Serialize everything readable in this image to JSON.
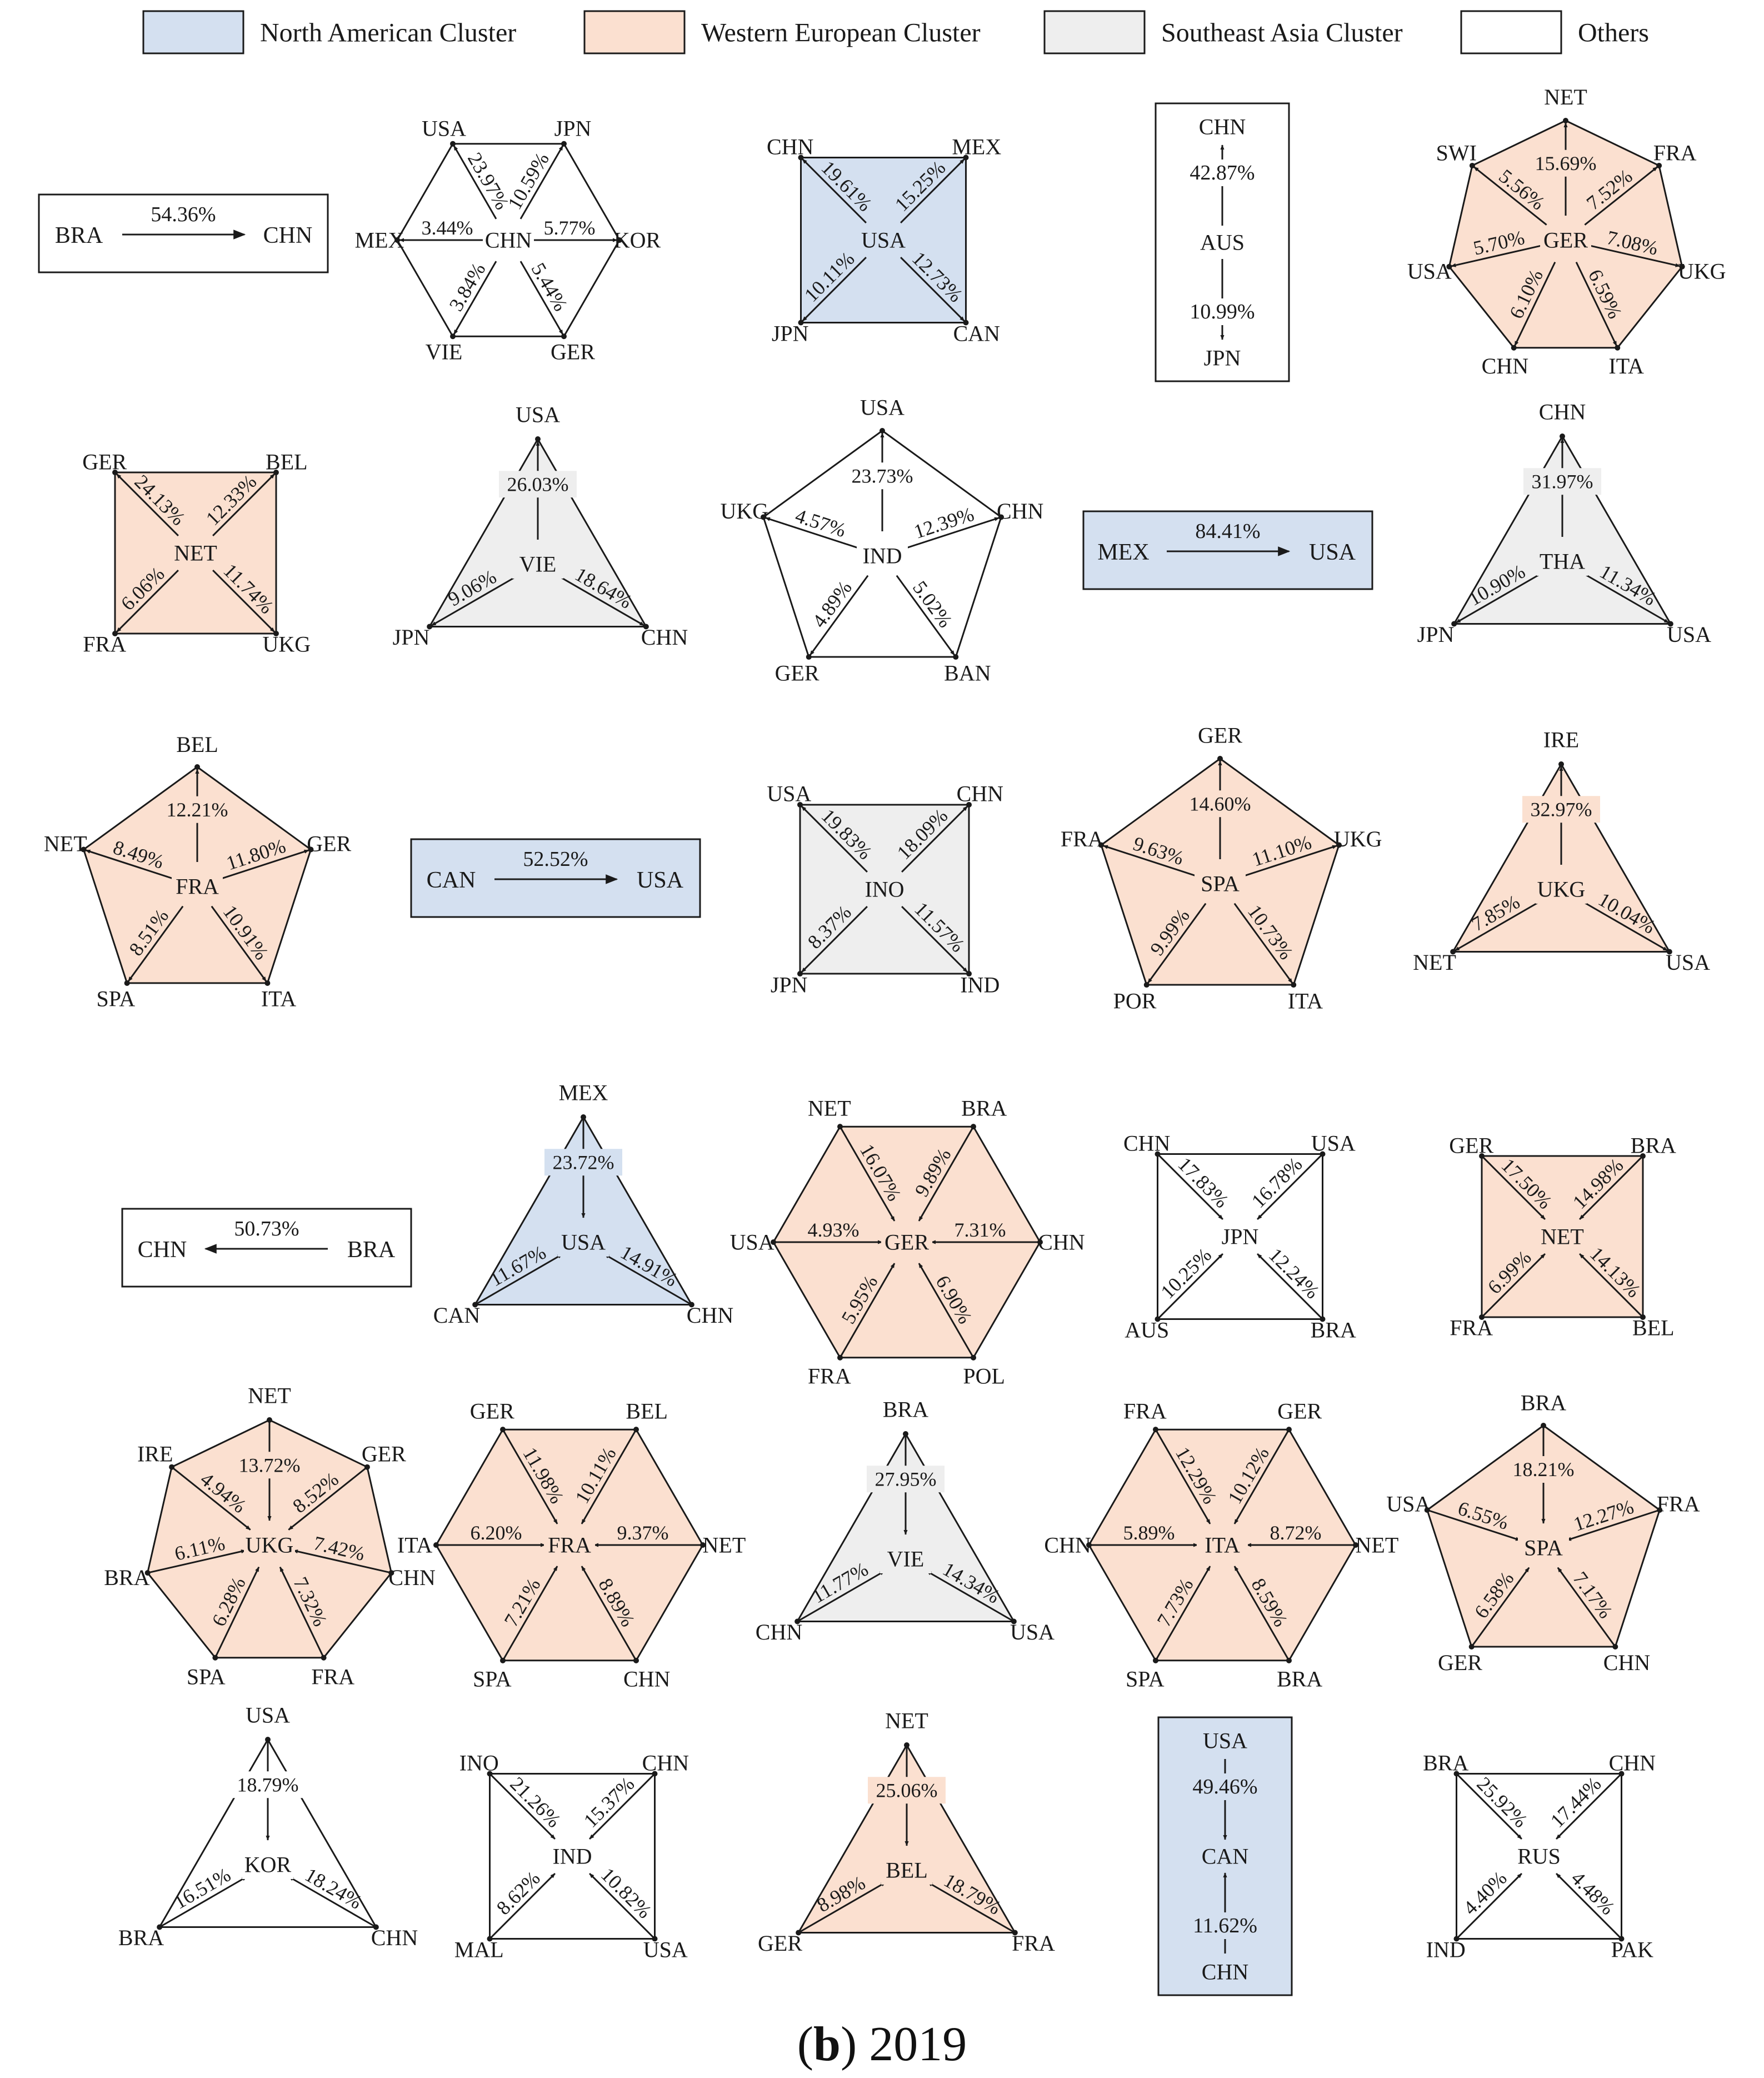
{
  "colors": {
    "na": "#d4e0f0",
    "we": "#fbe0d0",
    "sea": "#eeeeee",
    "others": "#ffffff",
    "stroke": "#1a1a1a",
    "text": "#1a1a1a"
  },
  "legend": [
    {
      "key": "na",
      "label": "North American Cluster"
    },
    {
      "key": "we",
      "label": "Western European Cluster"
    },
    {
      "key": "sea",
      "label": "Southeast Asia  Cluster"
    },
    {
      "key": "others",
      "label": "Others"
    }
  ],
  "caption": {
    "letter": "b",
    "text": "2019"
  },
  "diagrams": [
    {
      "type": "pair",
      "cluster": "others",
      "a": "BRA",
      "b": "CHN",
      "arrow": "right",
      "value": "54.36%"
    },
    {
      "type": "poly",
      "n": 6,
      "cluster": "others",
      "center": "CHN",
      "dir": "out",
      "shape": "hex",
      "nodes": [
        {
          "label": "USA",
          "value": "23.97%"
        },
        {
          "label": "JPN",
          "value": "10.59%"
        },
        {
          "label": "KOR",
          "value": "5.77%"
        },
        {
          "label": "GER",
          "value": "5.44%"
        },
        {
          "label": "VIE",
          "value": "3.84%"
        },
        {
          "label": "MEX",
          "value": "3.44%"
        }
      ]
    },
    {
      "type": "poly",
      "n": 4,
      "cluster": "na",
      "center": "USA",
      "dir": "out",
      "shape": "square",
      "nodes": [
        {
          "label": "CHN",
          "value": "19.61%"
        },
        {
          "label": "MEX",
          "value": "15.25%"
        },
        {
          "label": "CAN",
          "value": "12.73%"
        },
        {
          "label": "JPN",
          "value": "10.11%"
        }
      ]
    },
    {
      "type": "vpair",
      "cluster": "others",
      "center": "AUS",
      "dir": "out",
      "top": "CHN",
      "bottom": "JPN",
      "topValue": "42.87%",
      "bottomValue": "10.99%"
    },
    {
      "type": "poly",
      "n": 7,
      "cluster": "we",
      "center": "GER",
      "dir": "out",
      "shape": "hept",
      "nodes": [
        {
          "label": "NET",
          "value": "15.69%"
        },
        {
          "label": "FRA",
          "value": "7.52%"
        },
        {
          "label": "UKG",
          "value": "7.08%"
        },
        {
          "label": "ITA",
          "value": "6.59%"
        },
        {
          "label": "CHN",
          "value": "6.10%"
        },
        {
          "label": "USA",
          "value": "5.70%"
        },
        {
          "label": "SWI",
          "value": "5.56%"
        }
      ]
    },
    {
      "type": "poly",
      "n": 4,
      "cluster": "we",
      "center": "NET",
      "dir": "out",
      "shape": "square",
      "nodes": [
        {
          "label": "GER",
          "value": "24.13%"
        },
        {
          "label": "BEL",
          "value": "12.33%"
        },
        {
          "label": "UKG",
          "value": "11.74%"
        },
        {
          "label": "FRA",
          "value": "6.06%"
        }
      ]
    },
    {
      "type": "poly",
      "n": 3,
      "cluster": "sea",
      "center": "VIE",
      "dir": "out",
      "shape": "tri",
      "nodes": [
        {
          "label": "USA",
          "value": "26.03%"
        },
        {
          "label": "CHN",
          "value": "18.64%"
        },
        {
          "label": "JPN",
          "value": "9.06%"
        }
      ]
    },
    {
      "type": "poly",
      "n": 5,
      "cluster": "others",
      "center": "IND",
      "dir": "out",
      "shape": "pent",
      "nodes": [
        {
          "label": "USA",
          "value": "23.73%"
        },
        {
          "label": "CHN",
          "value": "12.39%"
        },
        {
          "label": "BAN",
          "value": "5.02%"
        },
        {
          "label": "GER",
          "value": "4.89%"
        },
        {
          "label": "UKG",
          "value": "4.57%"
        }
      ]
    },
    {
      "type": "pair",
      "cluster": "na",
      "a": "MEX",
      "b": "USA",
      "arrow": "right",
      "value": "84.41%"
    },
    {
      "type": "poly",
      "n": 3,
      "cluster": "sea",
      "center": "THA",
      "dir": "out",
      "shape": "tri",
      "nodes": [
        {
          "label": "CHN",
          "value": "31.97%"
        },
        {
          "label": "USA",
          "value": "11.34%"
        },
        {
          "label": "JPN",
          "value": "10.90%"
        }
      ]
    },
    {
      "type": "poly",
      "n": 5,
      "cluster": "we",
      "center": "FRA",
      "dir": "out",
      "shape": "pent",
      "nodes": [
        {
          "label": "BEL",
          "value": "12.21%"
        },
        {
          "label": "GER",
          "value": "11.80%"
        },
        {
          "label": "ITA",
          "value": "10.91%"
        },
        {
          "label": "SPA",
          "value": "8.51%"
        },
        {
          "label": "NET",
          "value": "8.49%"
        }
      ]
    },
    {
      "type": "pair",
      "cluster": "na",
      "a": "CAN",
      "b": "USA",
      "arrow": "right",
      "value": "52.52%"
    },
    {
      "type": "poly",
      "n": 4,
      "cluster": "sea",
      "center": "INO",
      "dir": "out",
      "shape": "square",
      "nodes": [
        {
          "label": "USA",
          "value": "19.83%"
        },
        {
          "label": "CHN",
          "value": "18.09%"
        },
        {
          "label": "IND",
          "value": "11.57%"
        },
        {
          "label": "JPN",
          "value": "8.37%"
        }
      ]
    },
    {
      "type": "poly",
      "n": 5,
      "cluster": "we",
      "center": "SPA",
      "dir": "out",
      "shape": "pent",
      "nodes": [
        {
          "label": "GER",
          "value": "14.60%"
        },
        {
          "label": "UKG",
          "value": "11.10%"
        },
        {
          "label": "ITA",
          "value": "10.73%"
        },
        {
          "label": "POR",
          "value": "9.99%"
        },
        {
          "label": "FRA",
          "value": "9.63%"
        }
      ]
    },
    {
      "type": "poly",
      "n": 3,
      "cluster": "we",
      "center": "UKG",
      "dir": "out",
      "shape": "tri",
      "nodes": [
        {
          "label": "IRE",
          "value": "32.97%"
        },
        {
          "label": "USA",
          "value": "10.04%"
        },
        {
          "label": "NET",
          "value": "7.85%"
        }
      ]
    },
    {
      "type": "pair",
      "cluster": "others",
      "a": "CHN",
      "b": "BRA",
      "arrow": "left",
      "value": "50.73%"
    },
    {
      "type": "poly",
      "n": 3,
      "cluster": "na",
      "center": "USA",
      "dir": "in",
      "shape": "tri",
      "nodes": [
        {
          "label": "MEX",
          "value": "23.72%"
        },
        {
          "label": "CHN",
          "value": "14.91%"
        },
        {
          "label": "CAN",
          "value": "11.67%"
        }
      ]
    },
    {
      "type": "poly",
      "n": 6,
      "cluster": "we",
      "center": "GER",
      "dir": "in",
      "shape": "hex",
      "nodes": [
        {
          "label": "NET",
          "value": "16.07%"
        },
        {
          "label": "BRA",
          "value": "9.89%"
        },
        {
          "label": "CHN",
          "value": "7.31%"
        },
        {
          "label": "POL",
          "value": "6.90%"
        },
        {
          "label": "FRA",
          "value": "5.95%"
        },
        {
          "label": "USA",
          "value": "4.93%"
        }
      ]
    },
    {
      "type": "poly",
      "n": 4,
      "cluster": "others",
      "center": "JPN",
      "dir": "in",
      "shape": "square",
      "nodes": [
        {
          "label": "CHN",
          "value": "17.83%"
        },
        {
          "label": "USA",
          "value": "16.78%"
        },
        {
          "label": "BRA",
          "value": "12.24%"
        },
        {
          "label": "AUS",
          "value": "10.25%"
        }
      ]
    },
    {
      "type": "poly",
      "n": 4,
      "cluster": "we",
      "center": "NET",
      "dir": "in",
      "shape": "square",
      "nodes": [
        {
          "label": "GER",
          "value": "17.50%"
        },
        {
          "label": "BRA",
          "value": "14.98%"
        },
        {
          "label": "BEL",
          "value": "14.13%"
        },
        {
          "label": "FRA",
          "value": "6.99%"
        }
      ]
    },
    {
      "type": "poly",
      "n": 7,
      "cluster": "we",
      "center": "UKG",
      "dir": "in",
      "shape": "hept",
      "nodes": [
        {
          "label": "NET",
          "value": "13.72%"
        },
        {
          "label": "GER",
          "value": "8.52%"
        },
        {
          "label": "CHN",
          "value": "7.42%"
        },
        {
          "label": "FRA",
          "value": "7.32%"
        },
        {
          "label": "SPA",
          "value": "6.28%"
        },
        {
          "label": "BRA",
          "value": "6.11%"
        },
        {
          "label": "IRE",
          "value": "4.94%"
        }
      ]
    },
    {
      "type": "poly",
      "n": 6,
      "cluster": "we",
      "center": "FRA",
      "dir": "in",
      "shape": "hex",
      "nodes": [
        {
          "label": "GER",
          "value": "11.98%"
        },
        {
          "label": "BEL",
          "value": "10.11%"
        },
        {
          "label": "NET",
          "value": "9.37%"
        },
        {
          "label": "CHN",
          "value": "8.89%"
        },
        {
          "label": "SPA",
          "value": "7.21%"
        },
        {
          "label": "ITA",
          "value": "6.20%"
        }
      ]
    },
    {
      "type": "poly",
      "n": 3,
      "cluster": "sea",
      "center": "VIE",
      "dir": "in",
      "shape": "tri",
      "nodes": [
        {
          "label": "BRA",
          "value": "27.95%"
        },
        {
          "label": "USA",
          "value": "14.34%"
        },
        {
          "label": "CHN",
          "value": "11.77%"
        }
      ]
    },
    {
      "type": "poly",
      "n": 6,
      "cluster": "we",
      "center": "ITA",
      "dir": "in",
      "shape": "hex",
      "nodes": [
        {
          "label": "FRA",
          "value": "12.29%"
        },
        {
          "label": "GER",
          "value": "10.12%"
        },
        {
          "label": "NET",
          "value": "8.72%"
        },
        {
          "label": "BRA",
          "value": "8.59%"
        },
        {
          "label": "SPA",
          "value": "7.73%"
        },
        {
          "label": "CHN",
          "value": "5.89%"
        }
      ]
    },
    {
      "type": "poly",
      "n": 5,
      "cluster": "we",
      "center": "SPA",
      "dir": "in",
      "shape": "pent",
      "nodes": [
        {
          "label": "BRA",
          "value": "18.21%"
        },
        {
          "label": "FRA",
          "value": "12.27%"
        },
        {
          "label": "CHN",
          "value": "7.17%"
        },
        {
          "label": "GER",
          "value": "6.58%"
        },
        {
          "label": "USA",
          "value": "6.55%"
        }
      ]
    },
    {
      "type": "poly",
      "n": 3,
      "cluster": "others",
      "center": "KOR",
      "dir": "in",
      "shape": "tri",
      "nodes": [
        {
          "label": "USA",
          "value": "18.79%"
        },
        {
          "label": "CHN",
          "value": "18.24%"
        },
        {
          "label": "BRA",
          "value": "16.51%"
        }
      ]
    },
    {
      "type": "poly",
      "n": 4,
      "cluster": "others",
      "center": "IND",
      "dir": "in",
      "shape": "square",
      "nodes": [
        {
          "label": "INO",
          "value": "21.26%"
        },
        {
          "label": "CHN",
          "value": "15.37%"
        },
        {
          "label": "USA",
          "value": "10.82%"
        },
        {
          "label": "MAL",
          "value": "8.62%"
        }
      ]
    },
    {
      "type": "poly",
      "n": 3,
      "cluster": "we",
      "center": "BEL",
      "dir": "in",
      "shape": "tri",
      "nodes": [
        {
          "label": "NET",
          "value": "25.06%"
        },
        {
          "label": "FRA",
          "value": "18.79%"
        },
        {
          "label": "GER",
          "value": "8.98%"
        }
      ]
    },
    {
      "type": "vpair",
      "cluster": "na",
      "center": "CAN",
      "dir": "in",
      "top": "USA",
      "bottom": "CHN",
      "topValue": "49.46%",
      "bottomValue": "11.62%"
    },
    {
      "type": "poly",
      "n": 4,
      "cluster": "others",
      "center": "RUS",
      "dir": "in",
      "shape": "square",
      "nodes": [
        {
          "label": "BRA",
          "value": "25.92%"
        },
        {
          "label": "CHN",
          "value": "17.44%"
        },
        {
          "label": "PAK",
          "value": "4.48%"
        },
        {
          "label": "IND",
          "value": "4.40%"
        }
      ]
    }
  ]
}
